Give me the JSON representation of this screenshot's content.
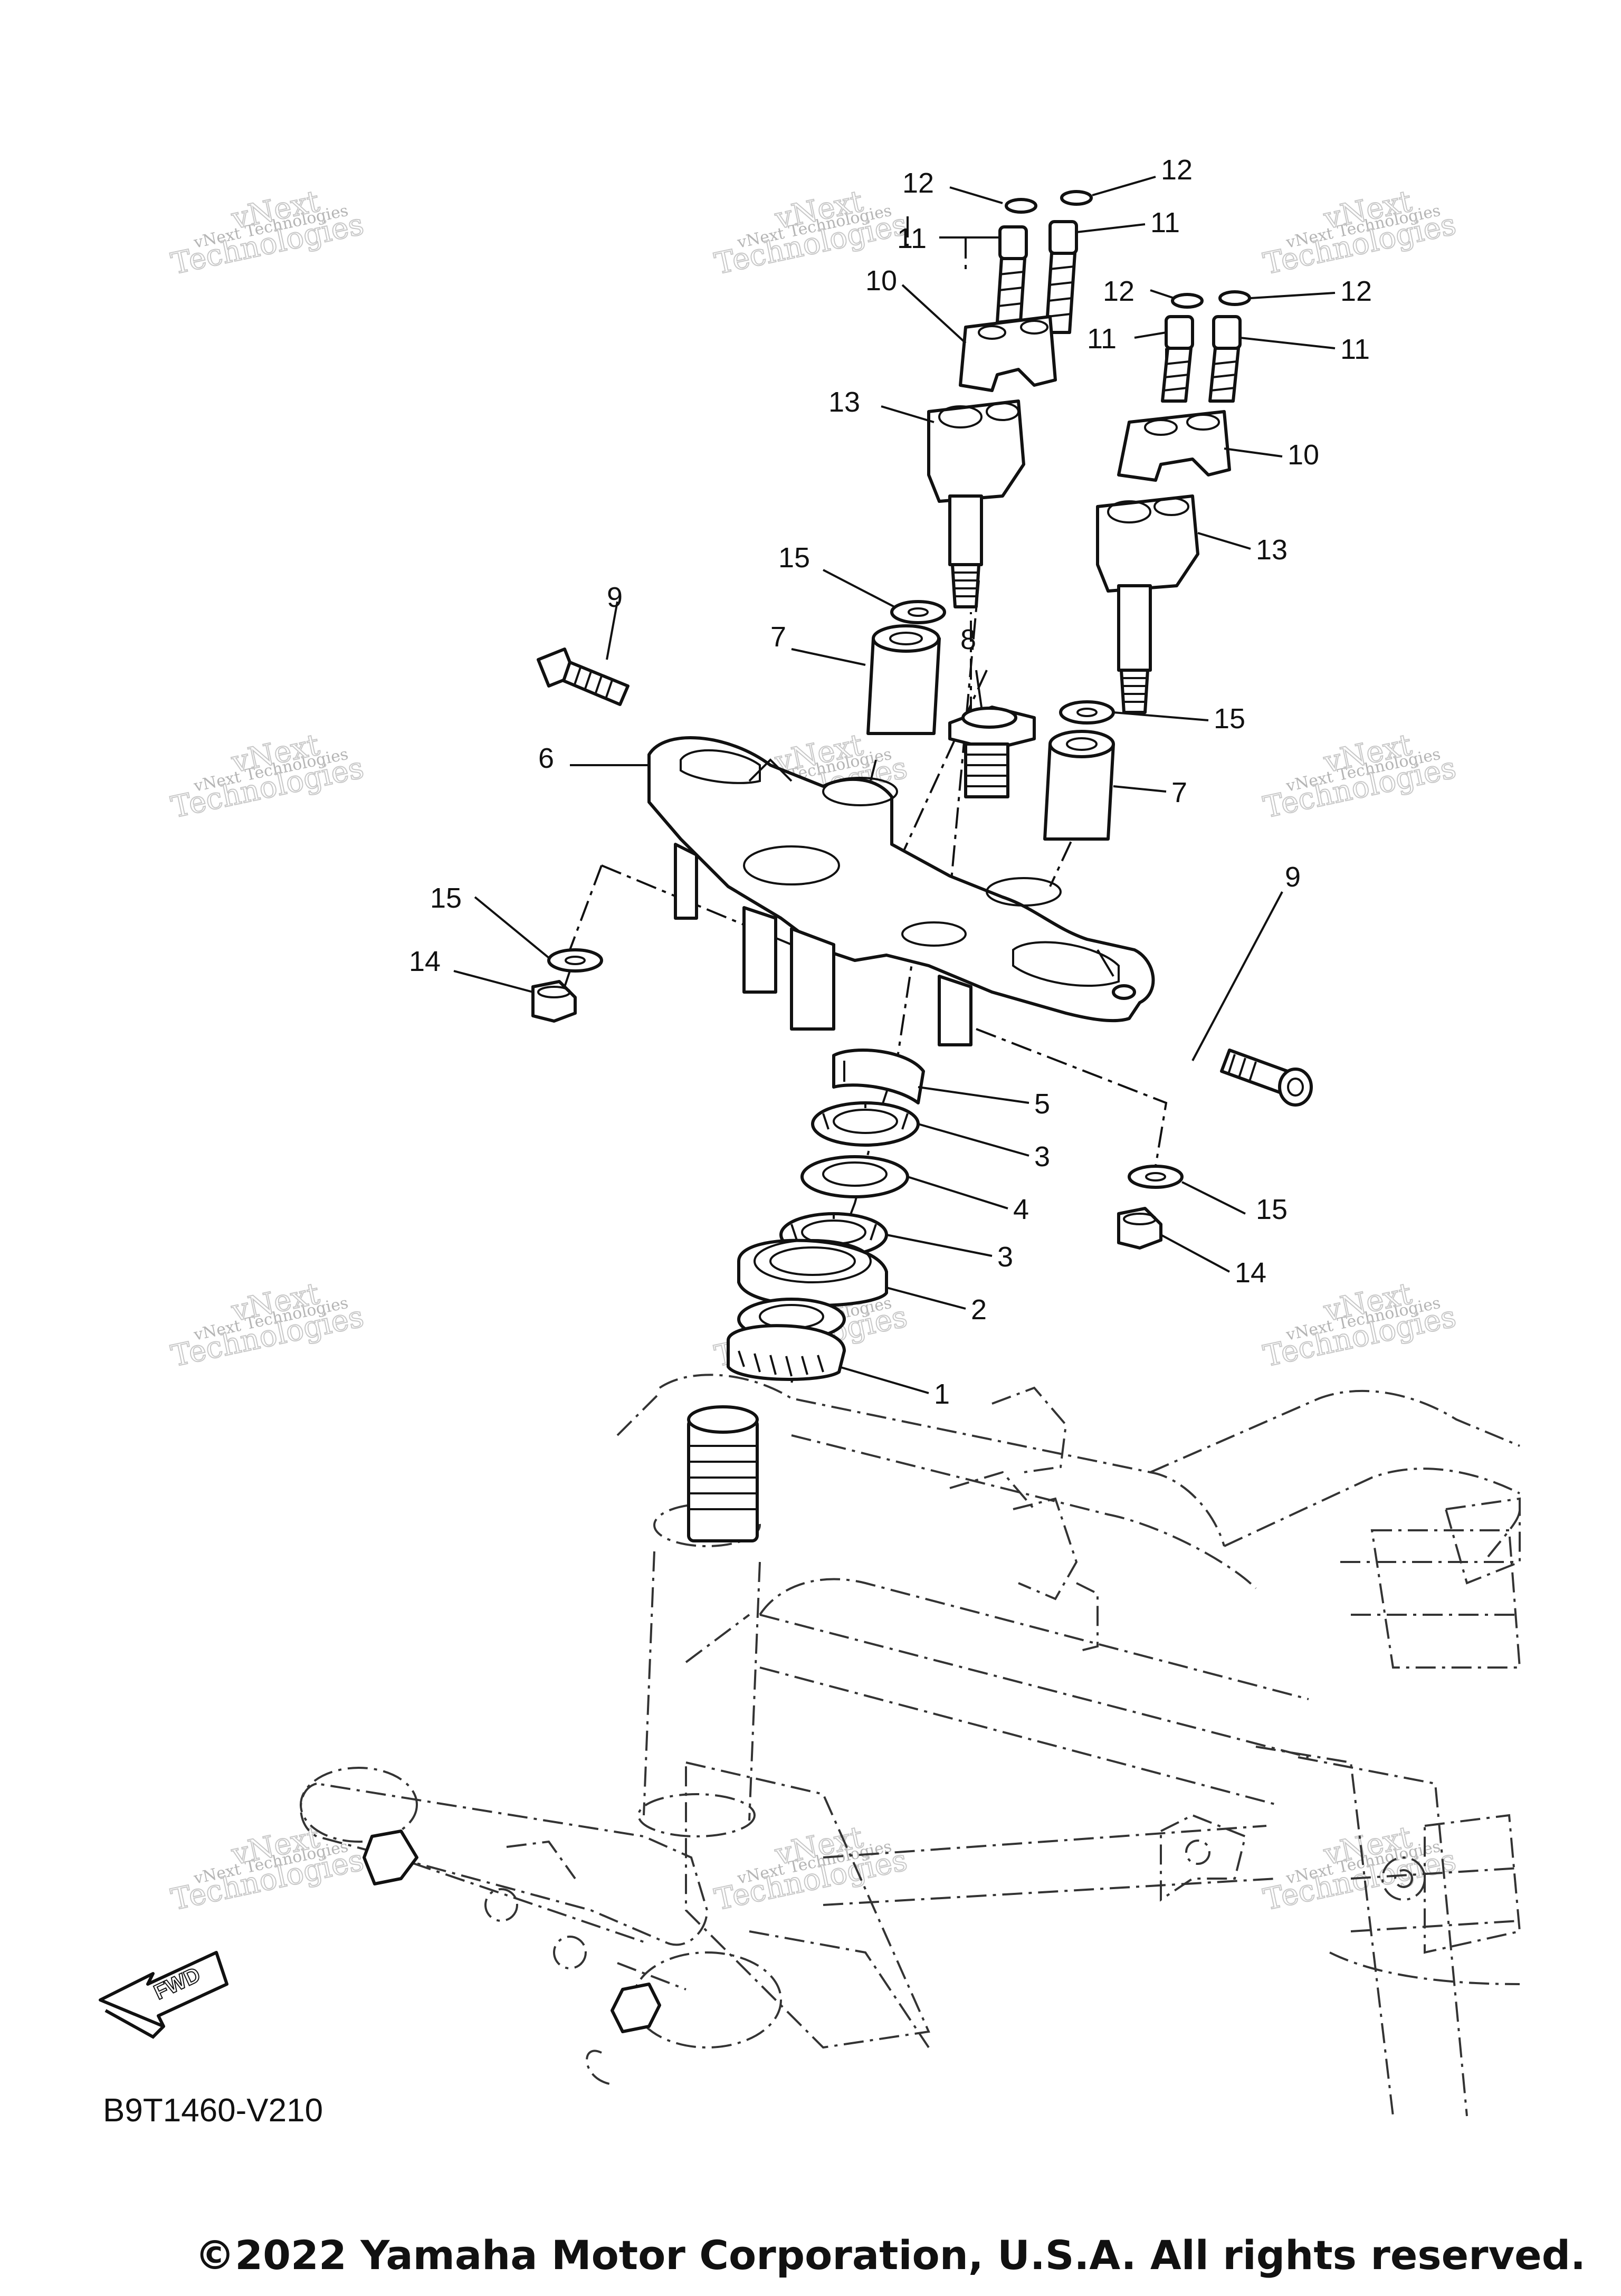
{
  "diagram": {
    "callouts": [
      {
        "id": "c12a",
        "text": "12"
      },
      {
        "id": "c12b",
        "text": "12"
      },
      {
        "id": "c11a",
        "text": "11"
      },
      {
        "id": "c11b",
        "text": "11"
      },
      {
        "id": "c12c",
        "text": "12"
      },
      {
        "id": "c12d",
        "text": "12"
      },
      {
        "id": "c11c",
        "text": "11"
      },
      {
        "id": "c11d",
        "text": "11"
      },
      {
        "id": "c10a",
        "text": "10"
      },
      {
        "id": "c10b",
        "text": "10"
      },
      {
        "id": "c13a",
        "text": "13"
      },
      {
        "id": "c13b",
        "text": "13"
      },
      {
        "id": "c15a",
        "text": "15"
      },
      {
        "id": "c15b",
        "text": "15"
      },
      {
        "id": "c15c",
        "text": "15"
      },
      {
        "id": "c15d",
        "text": "15"
      },
      {
        "id": "c9a",
        "text": "9"
      },
      {
        "id": "c9b",
        "text": "9"
      },
      {
        "id": "c7a",
        "text": "7"
      },
      {
        "id": "c7b",
        "text": "7"
      },
      {
        "id": "c8",
        "text": "8"
      },
      {
        "id": "c6",
        "text": "6"
      },
      {
        "id": "c14a",
        "text": "14"
      },
      {
        "id": "c14b",
        "text": "14"
      },
      {
        "id": "c5",
        "text": "5"
      },
      {
        "id": "c3a",
        "text": "3"
      },
      {
        "id": "c4",
        "text": "4"
      },
      {
        "id": "c3b",
        "text": "3"
      },
      {
        "id": "c2",
        "text": "2"
      },
      {
        "id": "c1",
        "text": "1"
      }
    ],
    "watermark": {
      "line1": "vNext Technologies",
      "line2": "vNext",
      "line3": "Technologies"
    },
    "fwd_label": "FWD",
    "diagram_code": "B9T1460-V210",
    "copyright": "©2022 Yamaha Motor Corporation, U.S.A. All rights reserved."
  }
}
